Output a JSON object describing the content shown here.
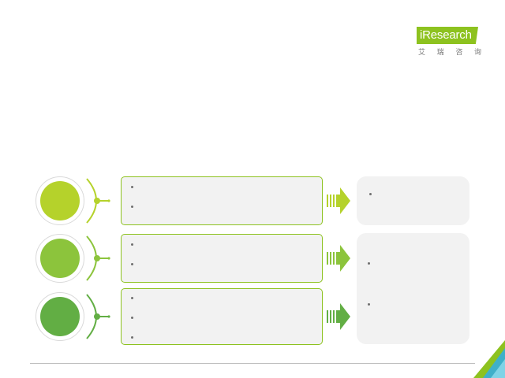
{
  "logo": {
    "wordmark": "iResearch",
    "subtitle": [
      "艾",
      "瑞",
      "咨",
      "询"
    ],
    "color": "#8dc21f"
  },
  "colors": {
    "row1": "#b5d22b",
    "row2": "#8cc43c",
    "row3": "#62ae44",
    "box_border": "#8dc21f",
    "box_fill": "#f2f2f2",
    "footer_line": "#bfbfbf"
  },
  "rows": [
    {
      "bullets": [
        "",
        ""
      ]
    },
    {
      "bullets": [
        "",
        ""
      ]
    },
    {
      "bullets": [
        "",
        "",
        ""
      ]
    }
  ],
  "results": [
    {
      "bullets": [
        ""
      ]
    },
    {
      "bullets": [
        "",
        ""
      ]
    }
  ]
}
